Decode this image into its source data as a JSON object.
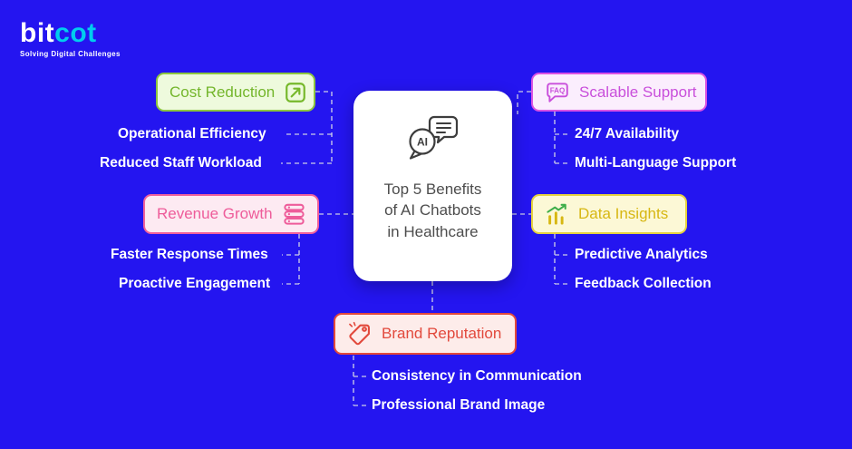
{
  "page": {
    "background": "#2415f0",
    "connector_color": "#c9c9e6"
  },
  "logo": {
    "part1": "bit",
    "part2": "cot",
    "tagline": "Solving Digital Challenges",
    "accent_color": "#00cdee"
  },
  "center": {
    "icon": "ai-chat-bubbles",
    "icon_text": "AI",
    "title_lines": [
      "Top 5 Benefits",
      "of AI Chatbots",
      "in Healthcare"
    ]
  },
  "nodes": {
    "cost_reduction": {
      "label": "Cost Reduction",
      "icon": "arrow-up-right-box",
      "colors": {
        "border": "#8dc63f",
        "fill": "#eefadd",
        "text": "#74b62c"
      },
      "items": [
        "Operational Efficiency",
        "Reduced Staff Workload"
      ]
    },
    "scalable_support": {
      "label": "Scalable Support",
      "icon": "faq-speech-bubble",
      "icon_text": "FAQ",
      "colors": {
        "border": "#da52e3",
        "fill": "#fbeefd",
        "text": "#c94fdb"
      },
      "items": [
        "24/7 Availability",
        "Multi-Language Support"
      ]
    },
    "revenue_growth": {
      "label": "Revenue Growth",
      "icon": "coin-stack",
      "colors": {
        "border": "#f0609c",
        "fill": "#fdeaf2",
        "text": "#ee5c9a"
      },
      "items": [
        "Faster Response Times",
        "Proactive Engagement"
      ]
    },
    "data_insights": {
      "label": "Data Insights",
      "icon": "bar-chart-arrow",
      "colors": {
        "border": "#e6d23f",
        "fill": "#fcf8d6",
        "text": "#d7b712",
        "arrow": "#3fae4a"
      },
      "items": [
        "Predictive Analytics",
        "Feedback Collection"
      ]
    },
    "brand_reputation": {
      "label": "Brand Reputation",
      "icon": "price-tag",
      "colors": {
        "border": "#e2493c",
        "fill": "#fdecea",
        "text": "#e2493c"
      },
      "items": [
        "Consistency in Communication",
        "Professional Brand Image"
      ]
    }
  }
}
